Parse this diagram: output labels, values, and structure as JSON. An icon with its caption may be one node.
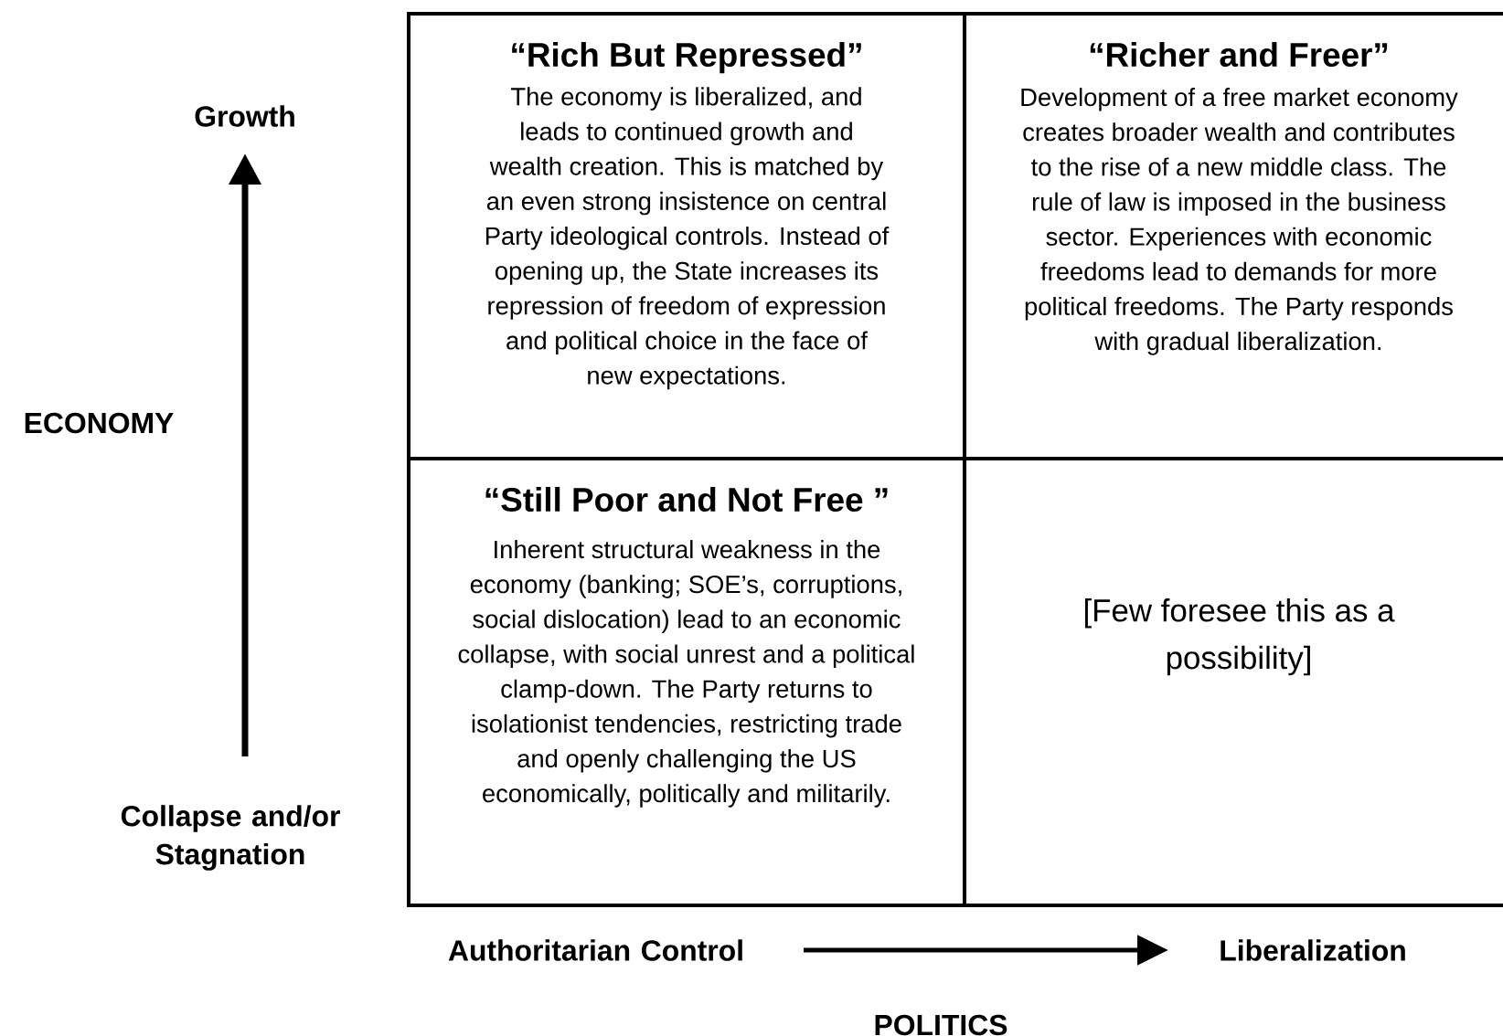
{
  "diagram": {
    "nodes": [
      {
        "text": [
          "“Rich But Repressed”",
          "The economy is liberalized, and leads to continued growth and wealth creation.  This is matched by an even strong insistence on central Party ideological controls. Instead of opening up, the State increases its repression of freedom of expression and political choice in the face of new expectations."
        ]
      },
      {
        "text": [
          "“Richer and Freer”",
          "Development of a free market economy creates broader wealth and contributes to the rise of a new middle class.  The rule of law is imposed in the business sector. Experiences with economic freedoms lead to demands for more political freedoms.  The Party responds with gradual liberalization."
        ]
      },
      {
        "text": [
          "“Still Poor and Not Free ”",
          "Inherent structural weakness in the economy (banking; SOE’s, corruptions, social dislocation) lead to an economic collapse, with social unrest and a political clamp-down. The Party returns to isolationist tendencies, restricting trade and openly challenging the US economically, politically and militarily."
        ]
      },
      {
        "text": [
          "[Few foresee this as a possibility]"
        ]
      }
    ],
    "labels": [
      "Growth",
      "ECONOMY",
      "Collapse and/or Stagnation",
      "Authoritarian Control",
      "Liberalization",
      "POLITICS"
    ]
  }
}
